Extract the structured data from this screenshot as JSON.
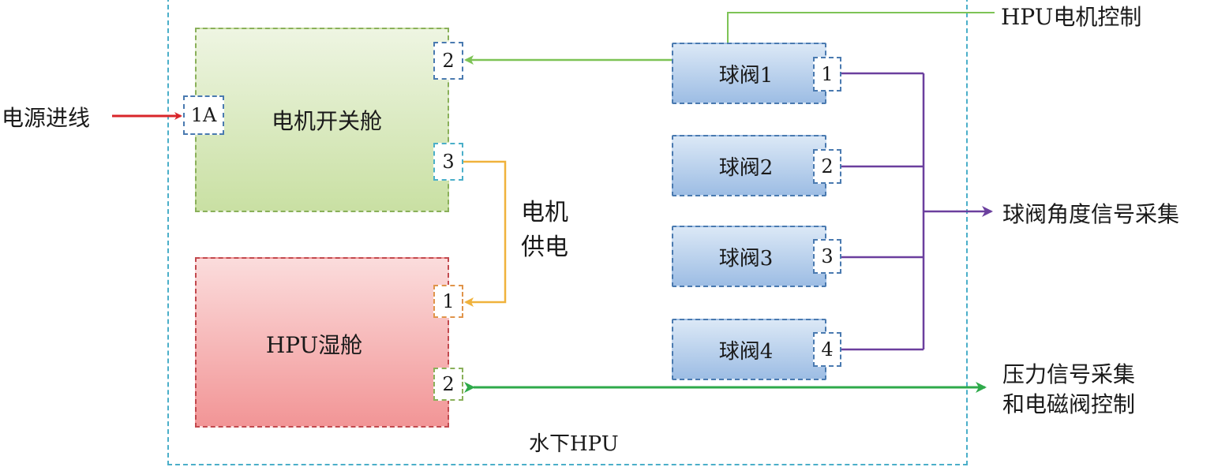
{
  "diagram": {
    "outer_label": "水下HPU",
    "motor_switch": {
      "title": "电机开关舱",
      "ports": [
        "1A",
        "2",
        "3"
      ]
    },
    "hpu_wet": {
      "title": "HPU湿舱",
      "ports": [
        "1",
        "2"
      ]
    },
    "valves": [
      {
        "title": "球阀1",
        "port": "1"
      },
      {
        "title": "球阀2",
        "port": "2"
      },
      {
        "title": "球阀3",
        "port": "3"
      },
      {
        "title": "球阀4",
        "port": "4"
      }
    ],
    "external": {
      "power_in": "电源进线",
      "hpu_motor_control": "HPU电机控制",
      "valve_angle": "球阀角度信号采集",
      "pressure_line1": "压力信号采集",
      "pressure_line2": "和电磁阀控制"
    },
    "motor_power": {
      "line1": "电机",
      "line2": "供电"
    },
    "colors": {
      "frame": "#4bafc9",
      "power_in_arrow": "#d9252a",
      "control_line": "#7dc356",
      "motor_power_line": "#f0b23c",
      "valve_signal_line": "#6b3f9e",
      "pressure_line": "#2eaa4a"
    }
  }
}
